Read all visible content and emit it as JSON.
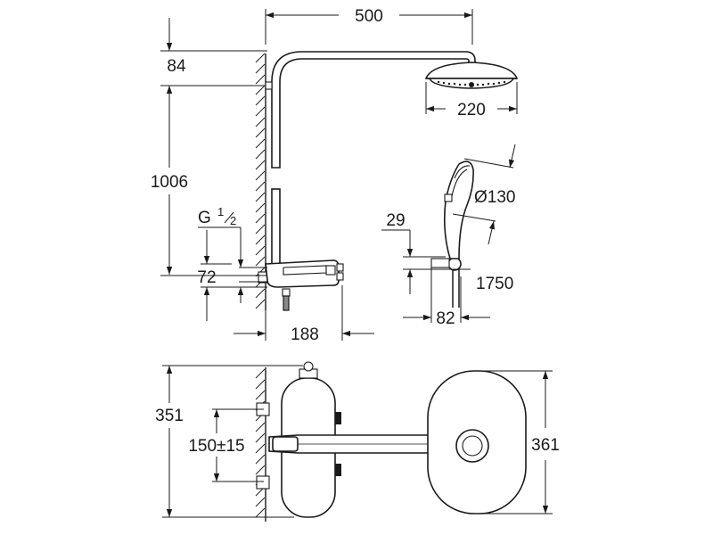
{
  "dimensions": {
    "arm_length": "500",
    "head_depth": "84",
    "head_diameter": "220",
    "riser_height": "1006",
    "connection_thread": "G",
    "thread_fraction_num": "1",
    "thread_fraction_den": "2",
    "connection_offset": "72",
    "thermostat_projection": "188",
    "hand_shower_diameter": "Ø130",
    "hand_holder_depth": "29",
    "hose_length": "1750",
    "hand_holder_projection": "82",
    "thermostat_width": "351",
    "connection_spacing": "150±15",
    "head_plate_width": "361"
  },
  "colors": {
    "line": "#1a1a1a",
    "shading": "#8a8a8a",
    "background": "#ffffff"
  }
}
